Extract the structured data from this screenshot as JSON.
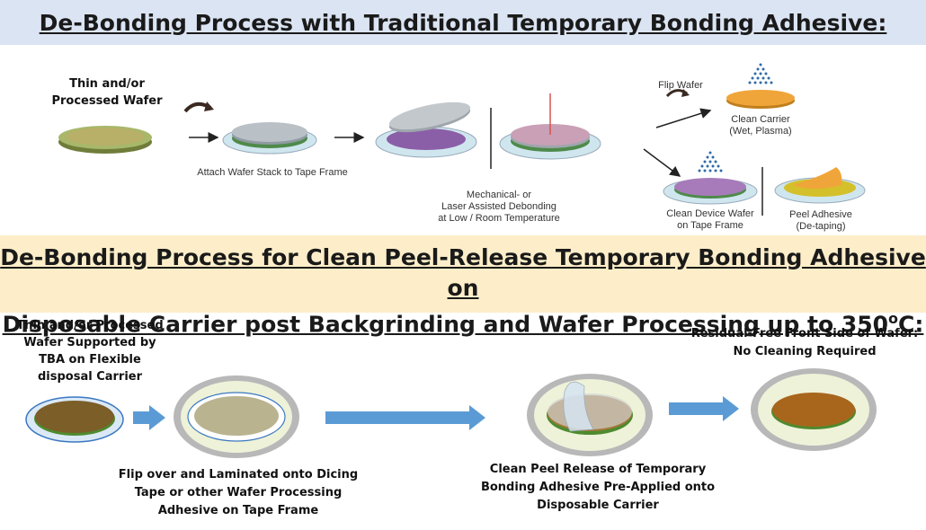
{
  "top": {
    "title": "De-Bonding Process with Traditional Temporary Bonding Adhesive:",
    "wafer_label_1": "Thin and/or",
    "wafer_label_2": "Processed Wafer",
    "attach_caption": "Attach Wafer Stack to Tape Frame",
    "debond_caption_1": "Mechanical- or",
    "debond_caption_2": "Laser Assisted Debonding",
    "debond_caption_3": "at Low / Room Temperature",
    "flip_caption": "Flip Wafer",
    "clean_carrier_1": "Clean Carrier",
    "clean_carrier_2": "(Wet, Plasma)",
    "clean_device_1": "Clean Device Wafer",
    "clean_device_2": "on Tape Frame",
    "peel_1": "Peel Adhesive",
    "peel_2": "(De-taping)"
  },
  "bottom": {
    "title_line1": "De-Bonding Process for Clean Peel-Release Temporary Bonding Adhesive on",
    "title_line2_a": "Disposable Carrier post Backgrinding and Wafer Processing up to 350",
    "title_line2_sup": "o",
    "title_line2_b": "C:",
    "wafer_label_1": "Thin and/or Processed",
    "wafer_label_2": "Wafer Supported by",
    "wafer_label_3": "TBA on Flexible",
    "wafer_label_4": "disposal Carrier",
    "flip_label_1": "Flip over and Laminated onto Dicing",
    "flip_label_2": "Tape or other Wafer Processing",
    "flip_label_3": "Adhesive on Tape Frame",
    "peel_label_1": "Clean Peel Release of Temporary",
    "peel_label_2": "Bonding Adhesive Pre-Applied onto",
    "peel_label_3": "Disposable Carrier",
    "result_label_1": "Residual-Free Front Side of Wafer:",
    "result_label_2": "No Cleaning Required"
  }
}
